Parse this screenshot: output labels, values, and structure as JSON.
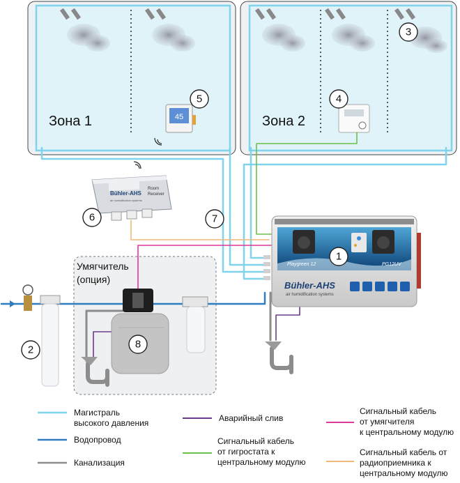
{
  "zones": [
    {
      "label": "Зона 1"
    },
    {
      "label": "Зона 2"
    }
  ],
  "numbers": [
    "1",
    "2",
    "3",
    "4",
    "5",
    "6",
    "7",
    "8"
  ],
  "softener": {
    "label_line1": "Умягчитель",
    "label_line2": "(опция)"
  },
  "legend": [
    {
      "line1": "Магистраль",
      "line2": "высокого давления",
      "line3": "",
      "color": "#7fd3ea"
    },
    {
      "line1": "Водопровод",
      "line2": "",
      "line3": "",
      "color": "#2f7cc1"
    },
    {
      "line1": "Канализация",
      "line2": "",
      "line3": "",
      "color": "#8c8c8c"
    },
    {
      "line1": "Аварийный слив",
      "line2": "",
      "line3": "",
      "color": "#6a3a8c"
    },
    {
      "line1": "Сигнальный кабель",
      "line2": "от гигростата к",
      "line3": "центральному модулю",
      "color": "#6cc04a"
    },
    {
      "line1": "Сигнальный кабель",
      "line2": "от умягчителя",
      "line3": "к центральному модулю",
      "color": "#e0379a"
    },
    {
      "line1": "Сигнальный кабель от",
      "line2": "радиоприемника к",
      "line3": "центральному модулю",
      "color": "#f0b878"
    }
  ],
  "devices": {
    "hygrostat_display": "45",
    "receiver_brand": "Bühler-AHS",
    "receiver_sub": "air humidification systems",
    "receiver_name_line1": "Room",
    "receiver_name_line2": "Receiver",
    "unit_model": "Playgreen 12",
    "unit_code": "PG12UV",
    "unit_brand": "Bühler-AHS",
    "unit_sub": "air humidification systems"
  },
  "colors": {
    "zone_fill": "#dff3f9",
    "zone_border": "#7fd3ea",
    "high_pressure": "#7fd3ea",
    "water": "#2f7cc1",
    "sewer": "#8c8c8c",
    "drain": "#6a3a8c",
    "hygro_cable": "#6cc04a",
    "softener_cable": "#e0379a",
    "radio_cable": "#f0b878"
  }
}
